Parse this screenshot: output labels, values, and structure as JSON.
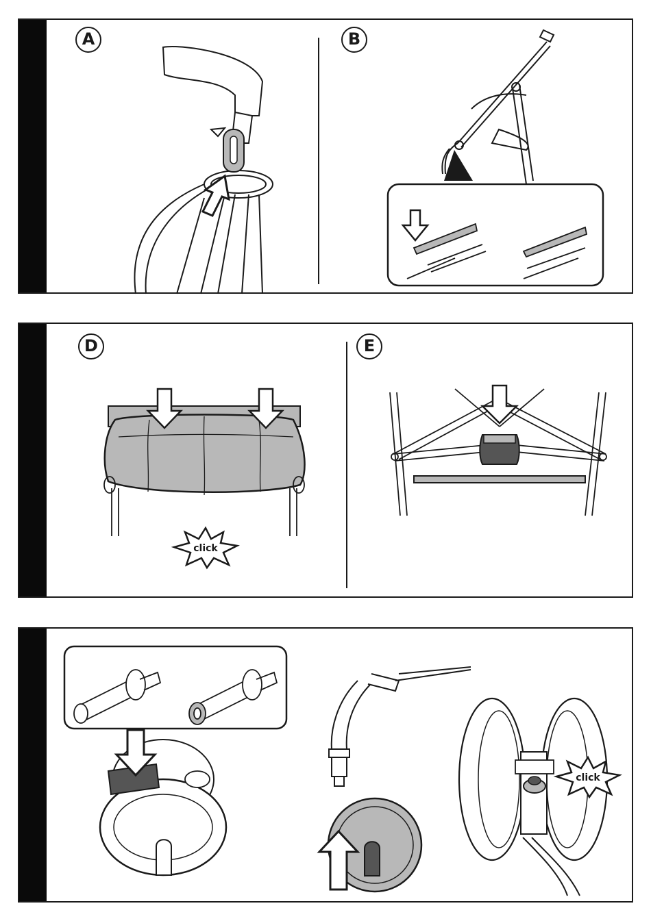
{
  "panels": [
    {
      "steps": [
        {
          "label": "A"
        },
        {
          "label": "B"
        }
      ]
    },
    {
      "steps": [
        {
          "label": "D"
        },
        {
          "label": "E"
        }
      ]
    },
    {
      "steps": []
    }
  ],
  "click_texts": [
    "click",
    "click"
  ],
  "colors": {
    "ink": "#1a1a1a",
    "fill_gray": "#b8b8b8",
    "dark_gray": "#555555"
  }
}
